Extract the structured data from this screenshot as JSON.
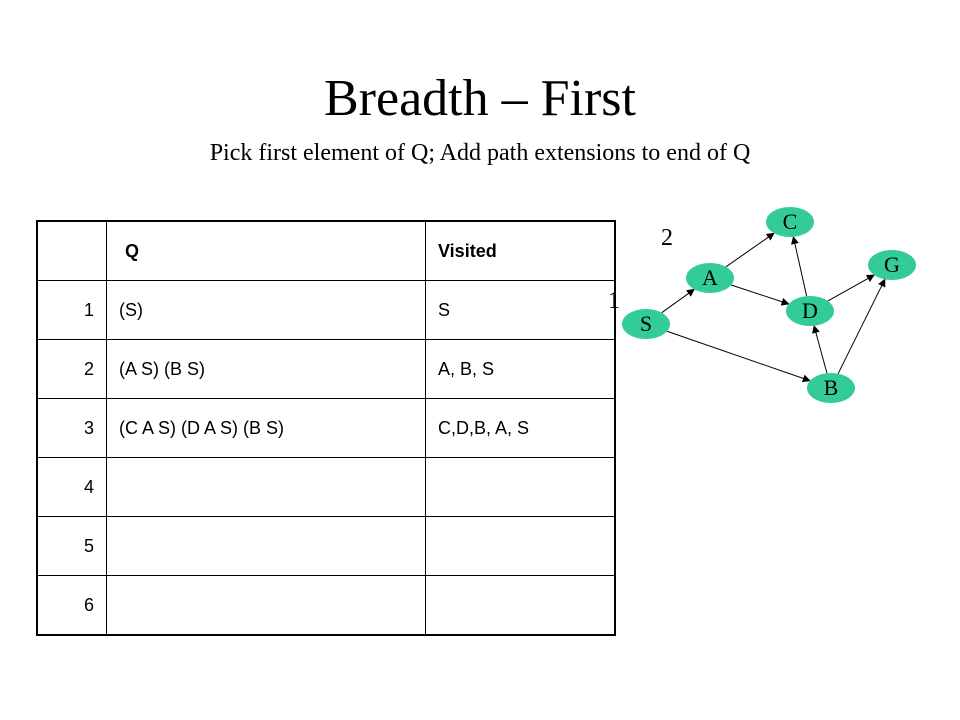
{
  "title": "Breadth – First",
  "subtitle": "Pick first element of Q; Add path extensions to end of Q",
  "table": {
    "headers": [
      "",
      "Q",
      "Visited"
    ],
    "rows": [
      [
        "1",
        "(S)",
        "S"
      ],
      [
        "2",
        "(A S) (B S)",
        "A, B, S"
      ],
      [
        "3",
        "(C A S) (D A S) (B S)",
        "C,D,B, A, S"
      ],
      [
        "4",
        "",
        ""
      ],
      [
        "5",
        "",
        ""
      ],
      [
        "6",
        "",
        ""
      ]
    ]
  },
  "graph": {
    "node_fill": "#33cc99",
    "nodes": [
      {
        "id": "S",
        "label": "S"
      },
      {
        "id": "A",
        "label": "A"
      },
      {
        "id": "C",
        "label": "C"
      },
      {
        "id": "D",
        "label": "D"
      },
      {
        "id": "G",
        "label": "G"
      },
      {
        "id": "B",
        "label": "B"
      }
    ],
    "edges": [
      {
        "from": "S",
        "to": "A"
      },
      {
        "from": "S",
        "to": "B"
      },
      {
        "from": "A",
        "to": "C"
      },
      {
        "from": "A",
        "to": "D"
      },
      {
        "from": "D",
        "to": "C"
      },
      {
        "from": "D",
        "to": "G"
      },
      {
        "from": "B",
        "to": "D"
      },
      {
        "from": "B",
        "to": "G"
      }
    ],
    "edge_labels": [
      "2",
      "1"
    ]
  }
}
